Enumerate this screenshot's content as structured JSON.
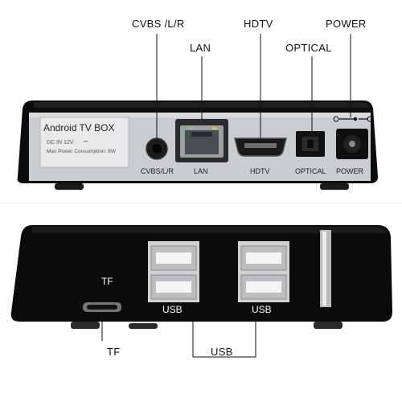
{
  "rear_panel": {
    "callouts": {
      "cvbs": "CVBS /L/R",
      "lan": "LAN",
      "hdtv": "HDTV",
      "optical": "OPTICAL",
      "power": "POWER"
    },
    "label_plate": {
      "title": "Android TV BOX",
      "dc_in": "DC IN  12V",
      "max_power": "Max Power Consumption: 8W"
    },
    "port_labels": {
      "cvbs": "CVBS/L/R",
      "lan": "LAN",
      "hdtv": "HDTV",
      "optical": "OPTICAL",
      "power": "POWER"
    },
    "colors": {
      "body": "#0b0b0b",
      "panel": "#c9ccd0",
      "label_plate": "#e8eaec"
    }
  },
  "side_panel": {
    "tf_inline_label": "TF",
    "usb_left_label": "USB",
    "usb_right_label": "USB",
    "callouts": {
      "tf": "TF",
      "usb": "USB"
    }
  }
}
